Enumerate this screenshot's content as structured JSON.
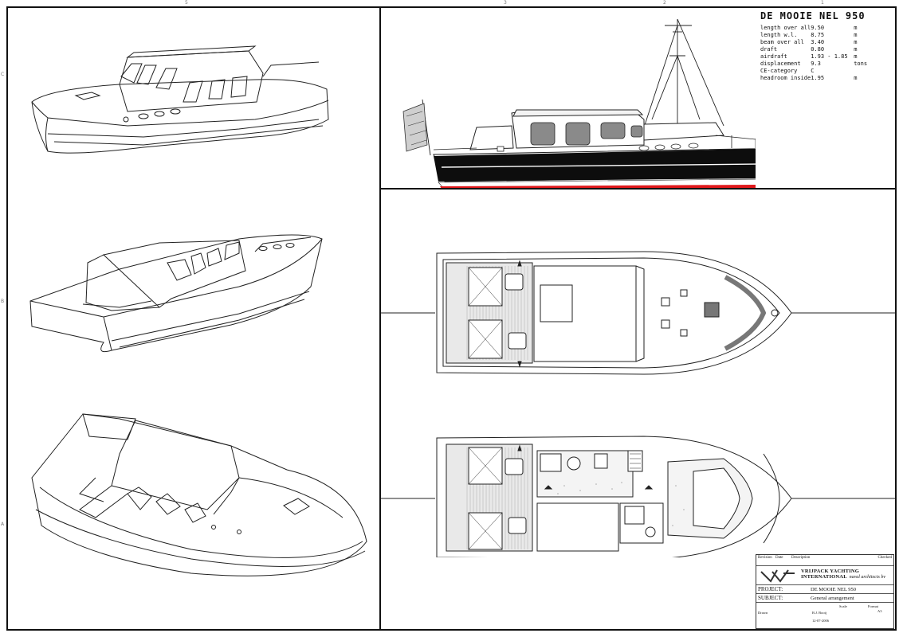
{
  "spec_panel": {
    "title": "DE MOOIE NEL 950",
    "rows": [
      {
        "label": "length over all",
        "value": "9.50",
        "unit": "m"
      },
      {
        "label": "length w.l.",
        "value": "8.75",
        "unit": "m"
      },
      {
        "label": "beam over all",
        "value": "3.40",
        "unit": "m"
      },
      {
        "label": "draft",
        "value": "0.80",
        "unit": "m"
      },
      {
        "label": "airdraft",
        "value": "1.93 - 1.85",
        "unit": "m"
      },
      {
        "label": "displacement",
        "value": "9.3",
        "unit": "tons"
      },
      {
        "label": "CE-category",
        "value": "C",
        "unit": ""
      },
      {
        "label": "headroom inside",
        "value": "1.95",
        "unit": "m"
      }
    ]
  },
  "title_block": {
    "revision_label": "Revision",
    "date_label": "Date",
    "description_label": "Description",
    "checked_label": "Checked",
    "firm_name": "VRIJPACK YACHTING INTERNATIONAL",
    "firm_subtitle": "naval architects bv",
    "project_label": "PROJECT:",
    "project_value": "DE MOOIE NEL 950",
    "subject_label": "SUBJECT:",
    "subject_value": "General arrangement",
    "drawn_by_label": "Drawn",
    "drawn_by_value": "B.J. Bootj",
    "scale_label": "Scale",
    "format_label": "Format",
    "format_value": "A3",
    "date_value": "12-07-2006"
  },
  "colors": {
    "hull": "#0d0d0d",
    "antifouling": "#e0191c",
    "line": "#222222",
    "cabin_window": "#888888",
    "deck_hatch": "#777777"
  },
  "icons": [
    "vrijpack-logo-icon",
    "flag-icon"
  ]
}
